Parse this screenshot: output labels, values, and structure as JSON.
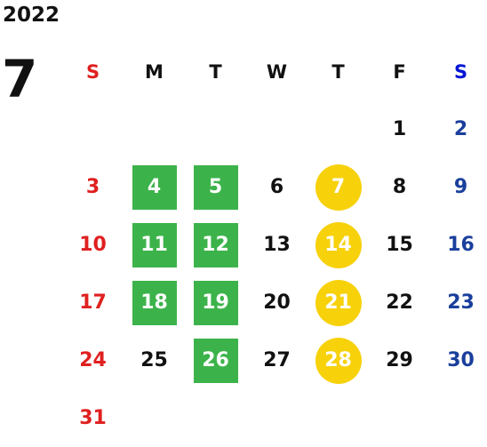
{
  "year": "2022",
  "month": "7",
  "weekdays": [
    "S",
    "M",
    "T",
    "W",
    "T",
    "F",
    "S"
  ],
  "weeks": [
    [
      "",
      "",
      "",
      "",
      "",
      "1",
      "2"
    ],
    [
      "3",
      "4",
      "5",
      "6",
      "7",
      "8",
      "9"
    ],
    [
      "10",
      "11",
      "12",
      "13",
      "14",
      "15",
      "16"
    ],
    [
      "17",
      "18",
      "19",
      "20",
      "21",
      "22",
      "23"
    ],
    [
      "24",
      "25",
      "26",
      "27",
      "28",
      "29",
      "30"
    ],
    [
      "31",
      "",
      "",
      "",
      "",
      "",
      ""
    ]
  ],
  "highlight_green": [
    "4",
    "5",
    "11",
    "12",
    "18",
    "19",
    "26"
  ],
  "highlight_yellow": [
    "7",
    "14",
    "21",
    "28"
  ],
  "colors": {
    "sunday": "#e02020",
    "saturday": "#1a3f9c",
    "saturday_header": "#0015d6",
    "green": "#3cb34a",
    "yellow": "#f7d10a"
  }
}
